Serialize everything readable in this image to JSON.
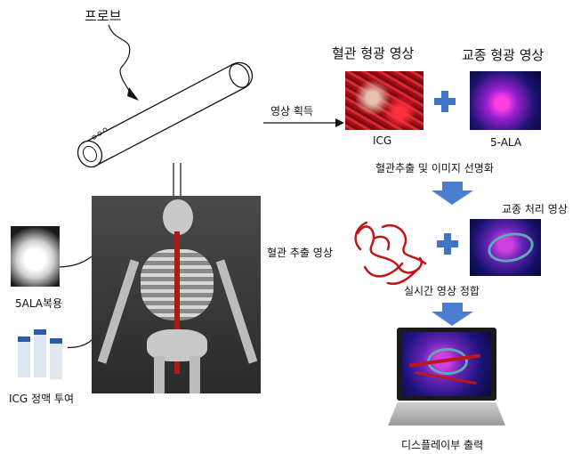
{
  "probe_label": "프로브",
  "acquire_label": "영상 획득",
  "vessel_fluor_title": "혈관 형광 영상",
  "tumor_fluor_title": "교종 형광 영상",
  "icg_label": "ICG",
  "ala_label": "5-ALA",
  "enhance_label": "혈관추출 및 이미지 선명화",
  "tumor_process_label": "교종 처리 영상",
  "vessel_extract_label": "혈관 추출 영상",
  "realtime_merge_label": "실시간 영상 정합",
  "display_output_label": "디스플레이부 출력",
  "ala_oral_label": "5ALA복용",
  "icg_iv_label": "ICG 정맥 투여",
  "colors": {
    "arrow_blue": "#4a7ed0",
    "plus_blue": "#3f74c9",
    "vessel_red": "#c0161a"
  }
}
